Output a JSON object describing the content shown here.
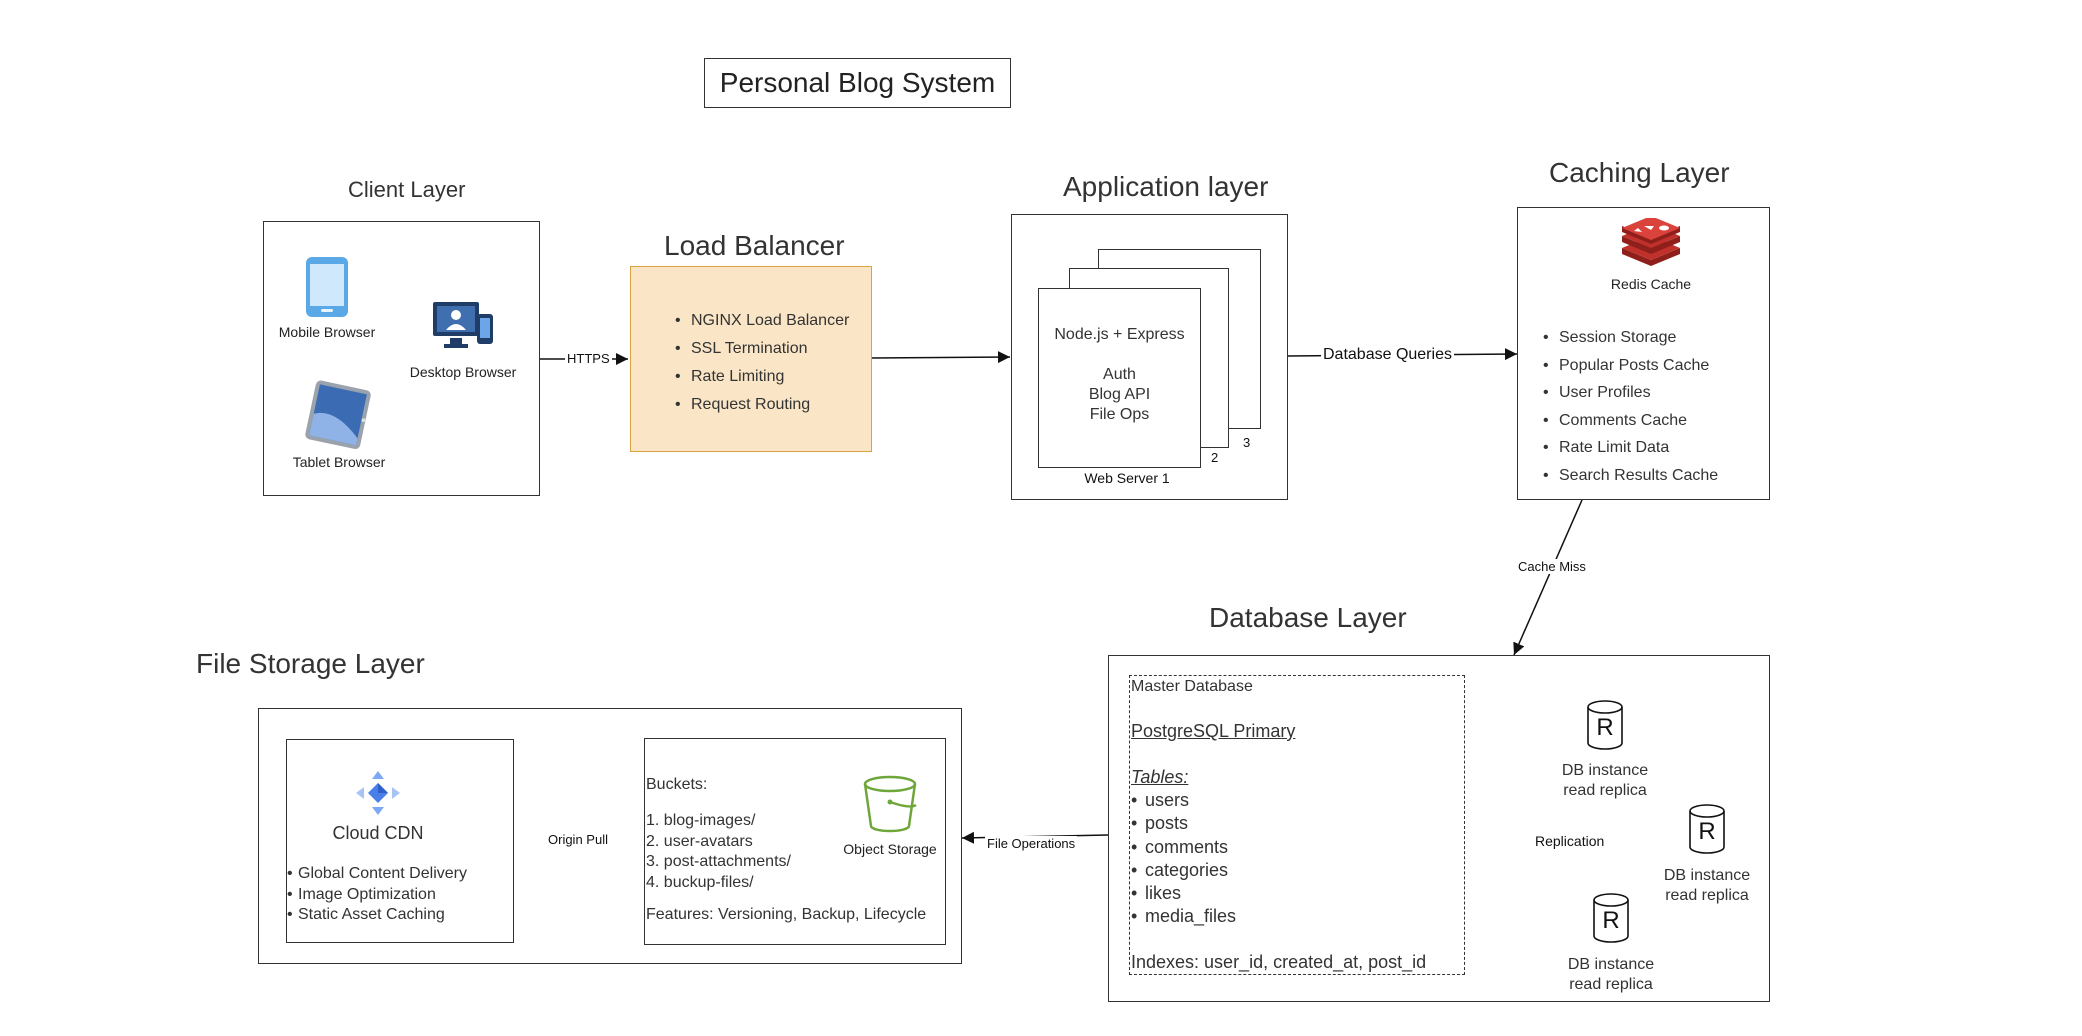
{
  "title": "Personal Blog System",
  "client": {
    "heading": "Client Layer",
    "mobile": "Mobile Browser",
    "desktop": "Desktop Browser",
    "tablet": "Tablet Browser"
  },
  "https_label": "HTTPS",
  "load_balancer": {
    "heading": "Load Balancer",
    "items": [
      "NGINX Load Balancer",
      "SSL Termination",
      "Rate Limiting",
      "Request Routing"
    ]
  },
  "app": {
    "heading": "Application layer",
    "node": "Node.js + Express",
    "auth": "Auth",
    "blog_api": "Blog API",
    "file_ops": "File Ops",
    "server1": "Web Server 1",
    "num2": "2",
    "num3": "3"
  },
  "db_queries_label": "Database Queries",
  "cache": {
    "heading": "Caching Layer",
    "redis": "Redis Cache",
    "items": [
      "Session Storage",
      "Popular Posts Cache",
      "User Profiles",
      "Comments Cache",
      "Rate Limit Data",
      "Search Results Cache"
    ]
  },
  "cache_miss_label": "Cache Miss",
  "database": {
    "heading": "Database Layer",
    "master": "Master Database",
    "primary": "PostgreSQL Primary",
    "tables_heading": "Tables:",
    "tables": [
      "users",
      "posts",
      "comments",
      "categories",
      "likes",
      "media_files"
    ],
    "indexes": "Indexes: user_id, created_at, post_id",
    "replication_label": "Replication",
    "replica_glyph": "R",
    "replica_line1": "DB instance",
    "replica_line2": "read replica"
  },
  "file_ops_label": "File Operations",
  "file_storage": {
    "heading": "File Storage Layer",
    "cdn": "Cloud CDN",
    "cdn_features": [
      "Global Content Delivery",
      "Image Optimization",
      "Static Asset Caching"
    ],
    "origin_pull_label": "Origin Pull",
    "buckets_heading": "Buckets:",
    "buckets": [
      "1. blog-images/",
      "2. user-avatars",
      "3. post-attachments/",
      "4. buckup-files/"
    ],
    "features": "Features: Versioning, Backup, Lifecycle",
    "object_storage": "Object Storage"
  },
  "colors": {
    "lb_fill": "#fae6c7",
    "lb_border": "#d9a441",
    "redis_red": "#c0312b",
    "mobile_blue": "#5aa9e6",
    "desktop_navy": "#1f3d66",
    "bucket_green": "#6ea63a",
    "cdn_blue": "#4a7fe8"
  }
}
